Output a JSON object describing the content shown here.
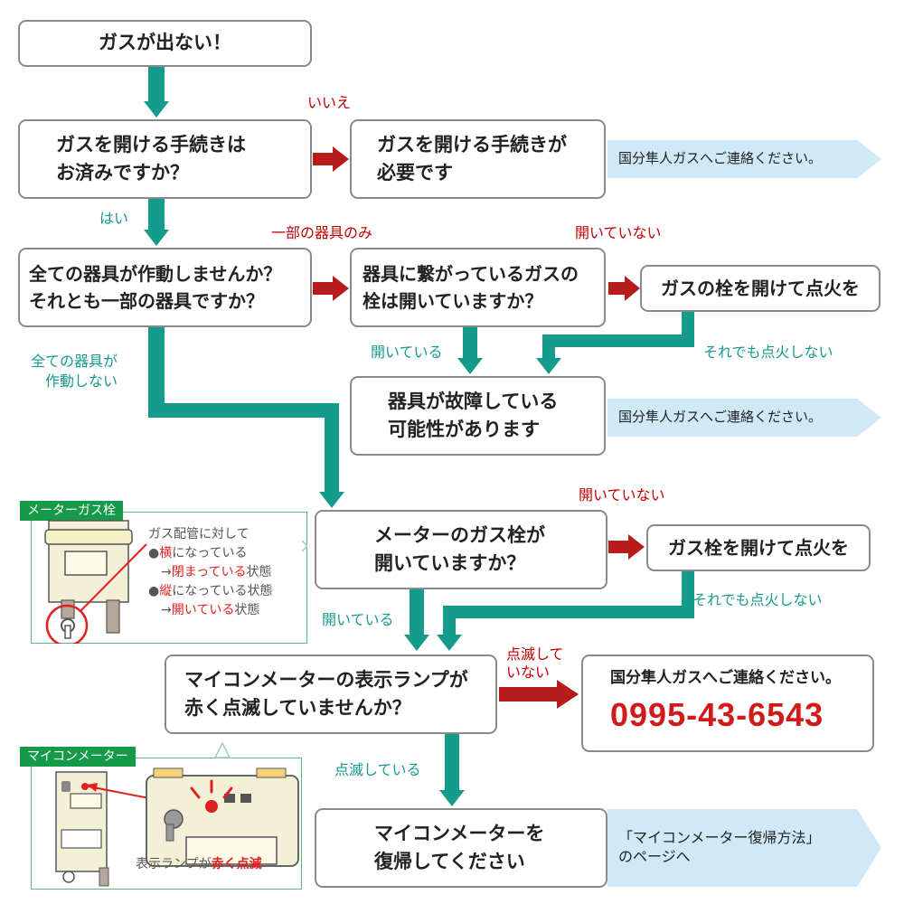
{
  "boxes": {
    "start": "ガスが出ない！",
    "procedure_q1": "ガスを開ける手続きは",
    "procedure_q2": "お済みですか？",
    "procedure_needed1": "ガスを開ける手続きが",
    "procedure_needed2": "必要です",
    "all_or_some1": "全ての器具が作動しませんか？",
    "all_or_some2": "それとも一部の器具ですか？",
    "appliance_cock1": "器具に繋がっているガスの",
    "appliance_cock2": "栓は開いていますか？",
    "open_cock_ignite": "ガスの栓を開けて点火を",
    "appliance_fault1": "器具が故障している",
    "appliance_fault2": "可能性があります",
    "meter_cock1": "メーターのガス栓が",
    "meter_cock2": "開いていますか？",
    "open_meter_cock": "ガス栓を開けて点火を",
    "lamp_q1": "マイコンメーターの表示ランプが",
    "lamp_q2": "赤く点滅していませんか？",
    "contact_line": "国分隼人ガスへご連絡ください。",
    "phone": "0995-43-6543",
    "reset1": "マイコンメーターを",
    "reset2": "復帰してください"
  },
  "notes": {
    "contact1": "国分隼人ガスへご連絡ください。",
    "contact2": "国分隼人ガスへご連絡ください。",
    "reset_page1": "「マイコンメーター復帰方法」",
    "reset_page2": "のページへ"
  },
  "labels": {
    "no": "いいえ",
    "yes": "はい",
    "some_only": "一部の器具のみ",
    "not_open1": "開いていない",
    "all_not_work1": "全ての器具が",
    "all_not_work2": "作動しない",
    "is_open1": "開いている",
    "still_no_fire1": "それでも点火しない",
    "not_open2": "開いていない",
    "still_no_fire2": "それでも点火しない",
    "is_open2": "開いている",
    "not_blinking1": "点滅して",
    "not_blinking2": "いない",
    "blinking": "点滅している"
  },
  "meter_cock_panel": {
    "tag": "メーターガス栓",
    "line1": "ガス配管に対して",
    "line2_a": "●",
    "line2_b": "横",
    "line2_c": "になっている",
    "line3_a": "→",
    "line3_b": "閉まっている",
    "line3_c": "状態",
    "line4_a": "●",
    "line4_b": "縦",
    "line4_c": "になっている状態",
    "line5_a": "→",
    "line5_b": "開いている",
    "line5_c": "状態"
  },
  "micom_panel": {
    "tag": "マイコンメーター",
    "caption_a": "表示ランプが",
    "caption_b": "赤く点滅"
  },
  "colors": {
    "teal_arrow": "#159b8c",
    "red_arrow": "#b71c1c",
    "box_border": "#8a8a8a",
    "note_bg": "#cfe9f7",
    "tag_green": "#149a49",
    "phone_red": "#d11a1a"
  }
}
